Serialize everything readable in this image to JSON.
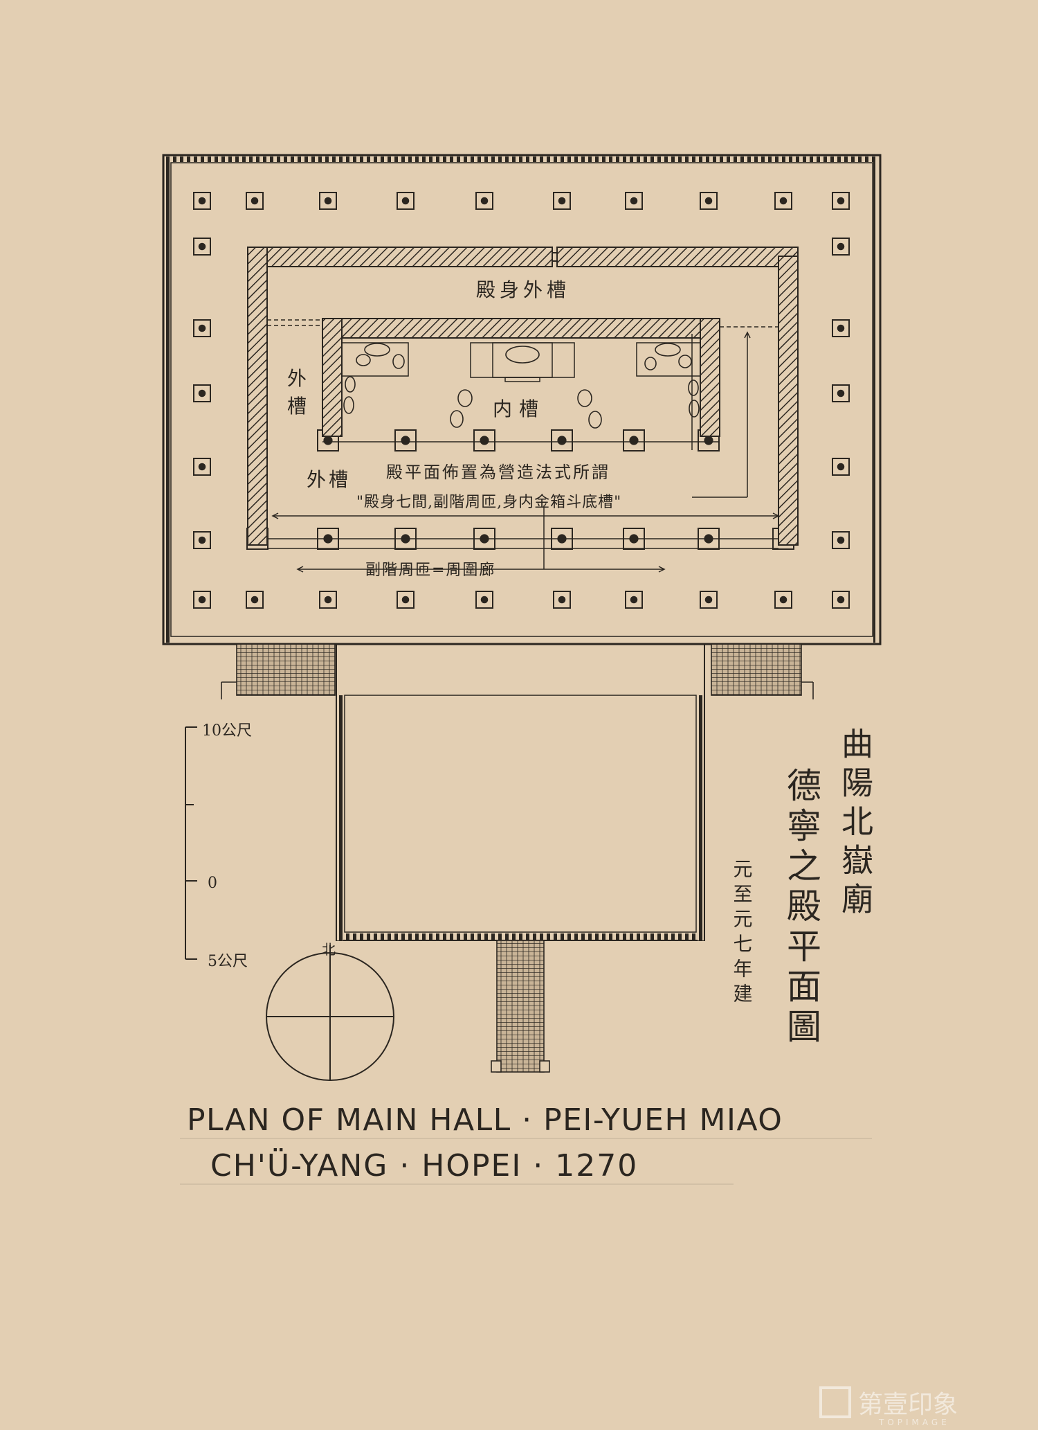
{
  "drawing": {
    "title_cn_line1": "曲陽北嶽廟",
    "title_cn_line2": "德寧之殿平面圖",
    "date_cn": "元至元七年建",
    "caption_line1": "PLAN OF MAIN HALL · PEI-YUEH MIAO",
    "caption_line2": "CH'Ü-YANG · HOPEI · 1270"
  },
  "labels": {
    "outer_cao_top": "殿身外槽",
    "outer_cao_left_1": "外",
    "outer_cao_left_2": "槽",
    "inner_cao": "内槽",
    "outer_cao_bottom": "外槽",
    "note_line1": "殿平面佈置為營造法式所謂",
    "note_line2": "\"殿身七間,副階周匝,身内金箱斗底槽\"",
    "corridor_note": "副階周匝=周圍廊"
  },
  "scale_bar": {
    "top_label": "10公尺",
    "mid_label": "0",
    "bottom_label": "5公尺"
  },
  "compass": {
    "north_label": "北"
  },
  "watermark": {
    "brand_cn": "第壹印象",
    "brand_en": "TOPIMAGE"
  },
  "colors": {
    "paper": "#e3cfb3",
    "ink": "#2b2620"
  }
}
